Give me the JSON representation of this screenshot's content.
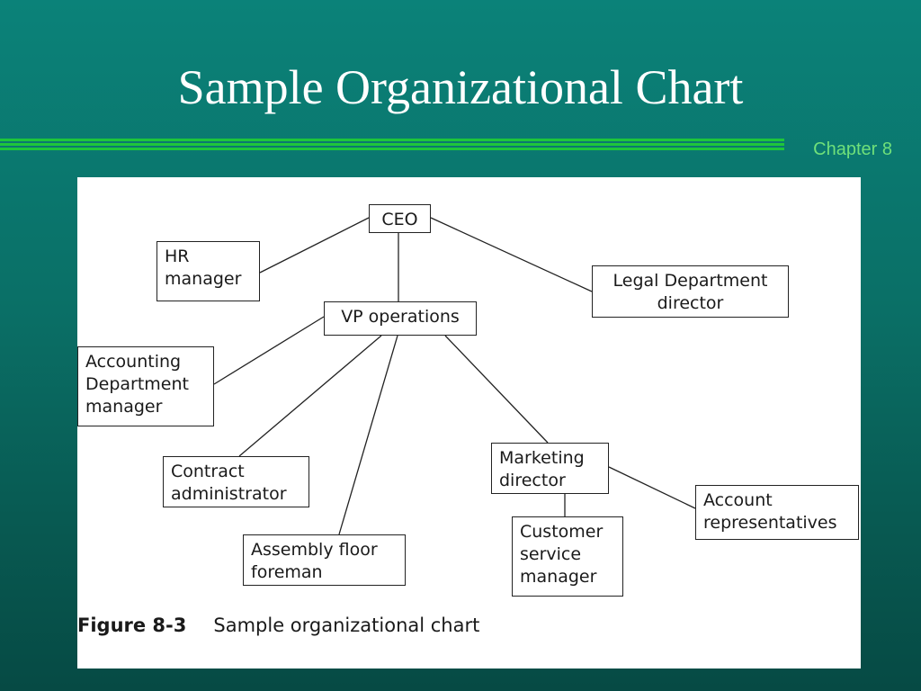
{
  "slide": {
    "title": "Sample Organizational Chart",
    "chapter_label": "Chapter 8"
  },
  "colors": {
    "background": "#0a6f66",
    "accent_rule": "#1ec63a",
    "chapter_text": "#6fe07a",
    "panel": "#ffffff"
  },
  "figure": {
    "number": "Figure 8-3",
    "caption": "Sample organizational chart"
  },
  "nodes": {
    "ceo": "CEO",
    "hr": "HR\nmanager",
    "legal": "Legal Department\ndirector",
    "vp": "VP operations",
    "accounting": "Accounting\nDepartment\nmanager",
    "contract": "Contract\nadministrator",
    "assembly": "Assembly floor\nforeman",
    "marketing": "Marketing\ndirector",
    "account_reps": "Account\nrepresentatives",
    "customer_service": "Customer\nservice\nmanager"
  },
  "edges": [
    [
      "ceo",
      "hr"
    ],
    [
      "ceo",
      "legal"
    ],
    [
      "ceo",
      "vp"
    ],
    [
      "vp",
      "accounting"
    ],
    [
      "vp",
      "contract"
    ],
    [
      "vp",
      "assembly"
    ],
    [
      "vp",
      "marketing"
    ],
    [
      "marketing",
      "account_reps"
    ],
    [
      "marketing",
      "customer_service"
    ]
  ]
}
